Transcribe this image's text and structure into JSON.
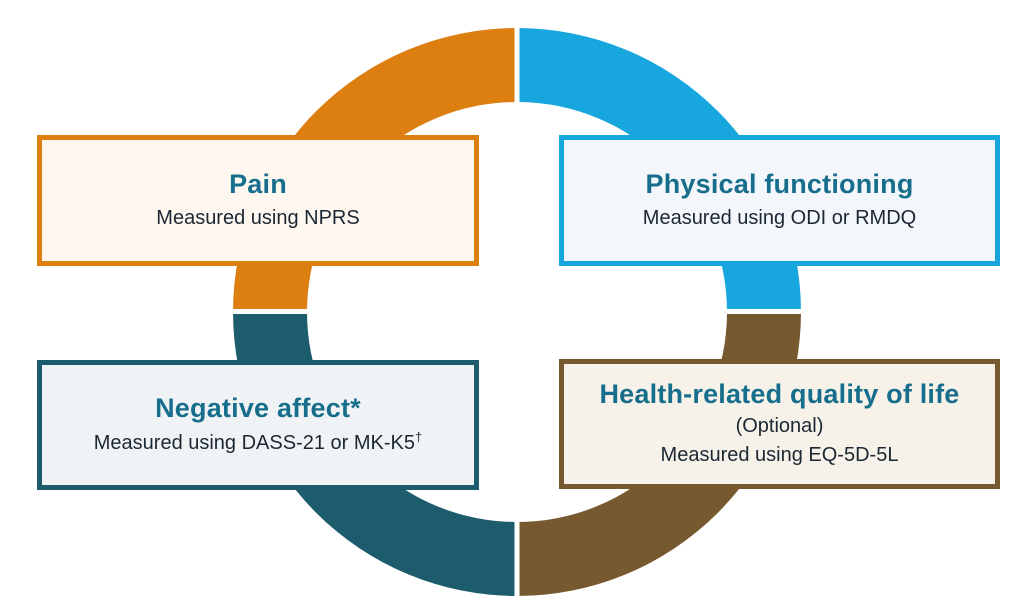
{
  "colors": {
    "orange": "#DD7E10",
    "blue": "#18A6DF",
    "teal": "#1D5C6D",
    "brown": "#77592F",
    "heading_text": "#176E8C",
    "body_text": "#1B2733",
    "pain_box_bg": "#FDF7EF",
    "physical_box_bg": "#F3F6FB",
    "negative_box_bg": "#F0F3F5",
    "hrqol_box_bg": "#F6F1E9",
    "background": "#FFFFFF"
  },
  "quadrants": [
    {
      "label": "Pain",
      "measure": "Measured using NPRS",
      "measure_suffix": "",
      "arc_color": "#DD7E10"
    },
    {
      "label": "Physical functioning",
      "measure": "Measured using ODI or RMDQ",
      "measure_suffix": "",
      "arc_color": "#18A6DF"
    },
    {
      "label": "Negative affect*",
      "measure": "Measured using DASS-21 or MK-K5",
      "measure_suffix": "†",
      "arc_color": "#1D5C6D"
    },
    {
      "label": "Health-related quality of life",
      "note": "(Optional)",
      "measure": "Measured using EQ-5D-5L",
      "measure_suffix": "",
      "arc_color": "#77592F"
    }
  ]
}
